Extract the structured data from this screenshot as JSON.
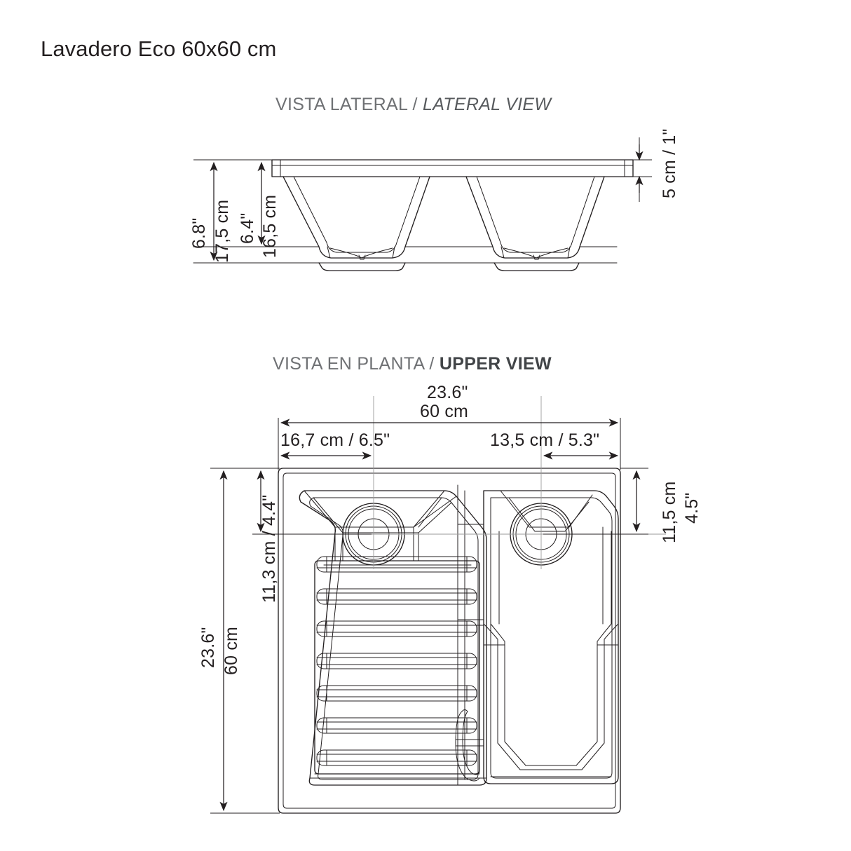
{
  "document": {
    "title": "Lavadero Eco 60x60 cm",
    "product": "Lavadero Eco 60x60 cm",
    "line_color": "#231f20",
    "heading_color": "#6f7174",
    "background": "#ffffff"
  },
  "views": {
    "lateral": {
      "heading_es": "VISTA LATERAL",
      "heading_sep": "/",
      "heading_en": "LATERAL VIEW",
      "dimensions": {
        "total_height_in": "6.8\"",
        "total_height_cm": "17,5 cm",
        "bowl_depth_in": "6.4\"",
        "bowl_depth_cm": "16,5 cm",
        "rim_thickness": "5 cm / 1\""
      }
    },
    "upper": {
      "heading_es": "VISTA EN PLANTA",
      "heading_sep": "/",
      "heading_en": "UPPER VIEW",
      "dimensions": {
        "width_in": "23.6\"",
        "width_cm": "60 cm",
        "height_in": "23.6\"",
        "height_cm": "60 cm",
        "left_bowl_width": "16,7 cm  / 6.5\"",
        "right_bowl_width": "13,5 cm  / 5.3\"",
        "left_drain_offset_cm": "11,3 cm / 4.4\"",
        "right_drain_offset_cm": "11,5 cm",
        "right_drain_offset_in": "4.5\""
      }
    }
  }
}
